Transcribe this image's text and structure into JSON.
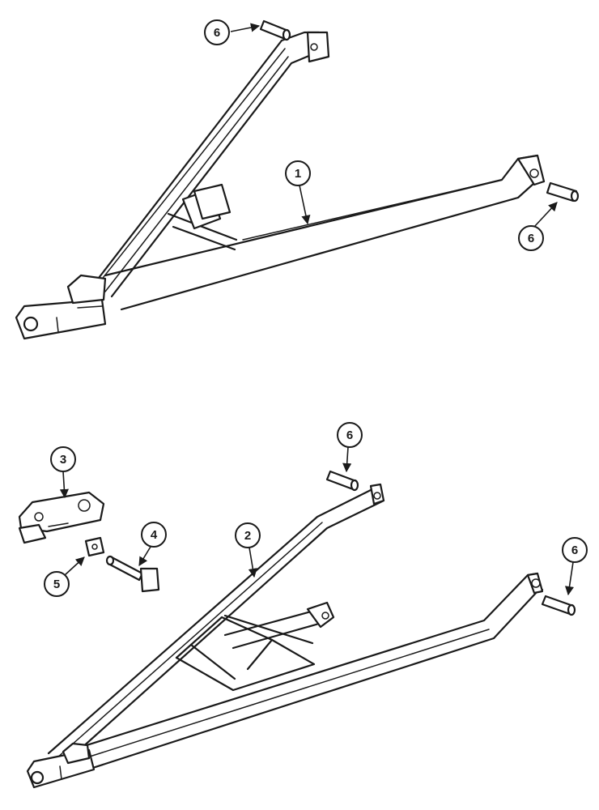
{
  "callouts": [
    {
      "id": "c6a",
      "label": "6"
    },
    {
      "id": "c1",
      "label": "1"
    },
    {
      "id": "c6b",
      "label": "6"
    },
    {
      "id": "c6c",
      "label": "6"
    },
    {
      "id": "c3",
      "label": "3"
    },
    {
      "id": "c4",
      "label": "4"
    },
    {
      "id": "c2",
      "label": "2"
    },
    {
      "id": "c5",
      "label": "5"
    },
    {
      "id": "c6d",
      "label": "6"
    }
  ],
  "colors": {
    "line": "#1a1a1a",
    "background": "#ffffff"
  }
}
